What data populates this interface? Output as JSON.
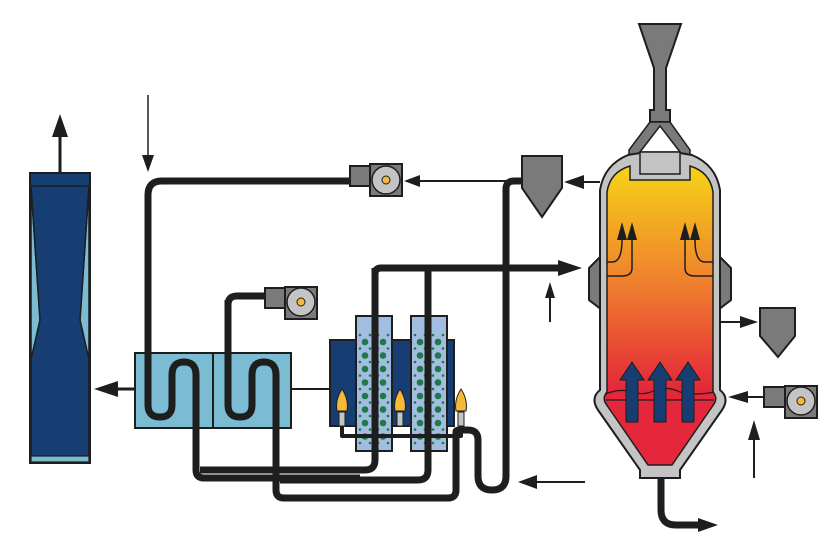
{
  "diagram": {
    "type": "process-flow",
    "title": "",
    "colors": {
      "pipe": "#1e1e1e",
      "stack_dark": "#163e73",
      "stack_light": "#7bbcd2",
      "heat_exchanger": "#7bbcd2",
      "furnace": "#163e73",
      "tube": "#a3bde0",
      "catalyst_dots": "#1f7a4a",
      "flame": "#f4b93a",
      "equipment_gray": "#7a7a7a",
      "liner_gray": "#c4c4c4",
      "reactor_top": "#f5d416",
      "reactor_mid": "#ef7d2e",
      "reactor_bottom": "#e4273a",
      "fluidizing_arrows": "#163e73"
    },
    "components": [
      {
        "id": "stack",
        "label": ""
      },
      {
        "id": "heat-exchanger-1",
        "label": ""
      },
      {
        "id": "heat-exchanger-2",
        "label": ""
      },
      {
        "id": "reformer-furnace",
        "label": ""
      },
      {
        "id": "blower-top",
        "label": ""
      },
      {
        "id": "blower-middle",
        "label": ""
      },
      {
        "id": "blower-right",
        "label": ""
      },
      {
        "id": "cyclone-top",
        "label": ""
      },
      {
        "id": "cyclone-right",
        "label": ""
      },
      {
        "id": "feed-hopper",
        "label": ""
      },
      {
        "id": "fluidized-bed-reactor",
        "label": ""
      }
    ]
  }
}
